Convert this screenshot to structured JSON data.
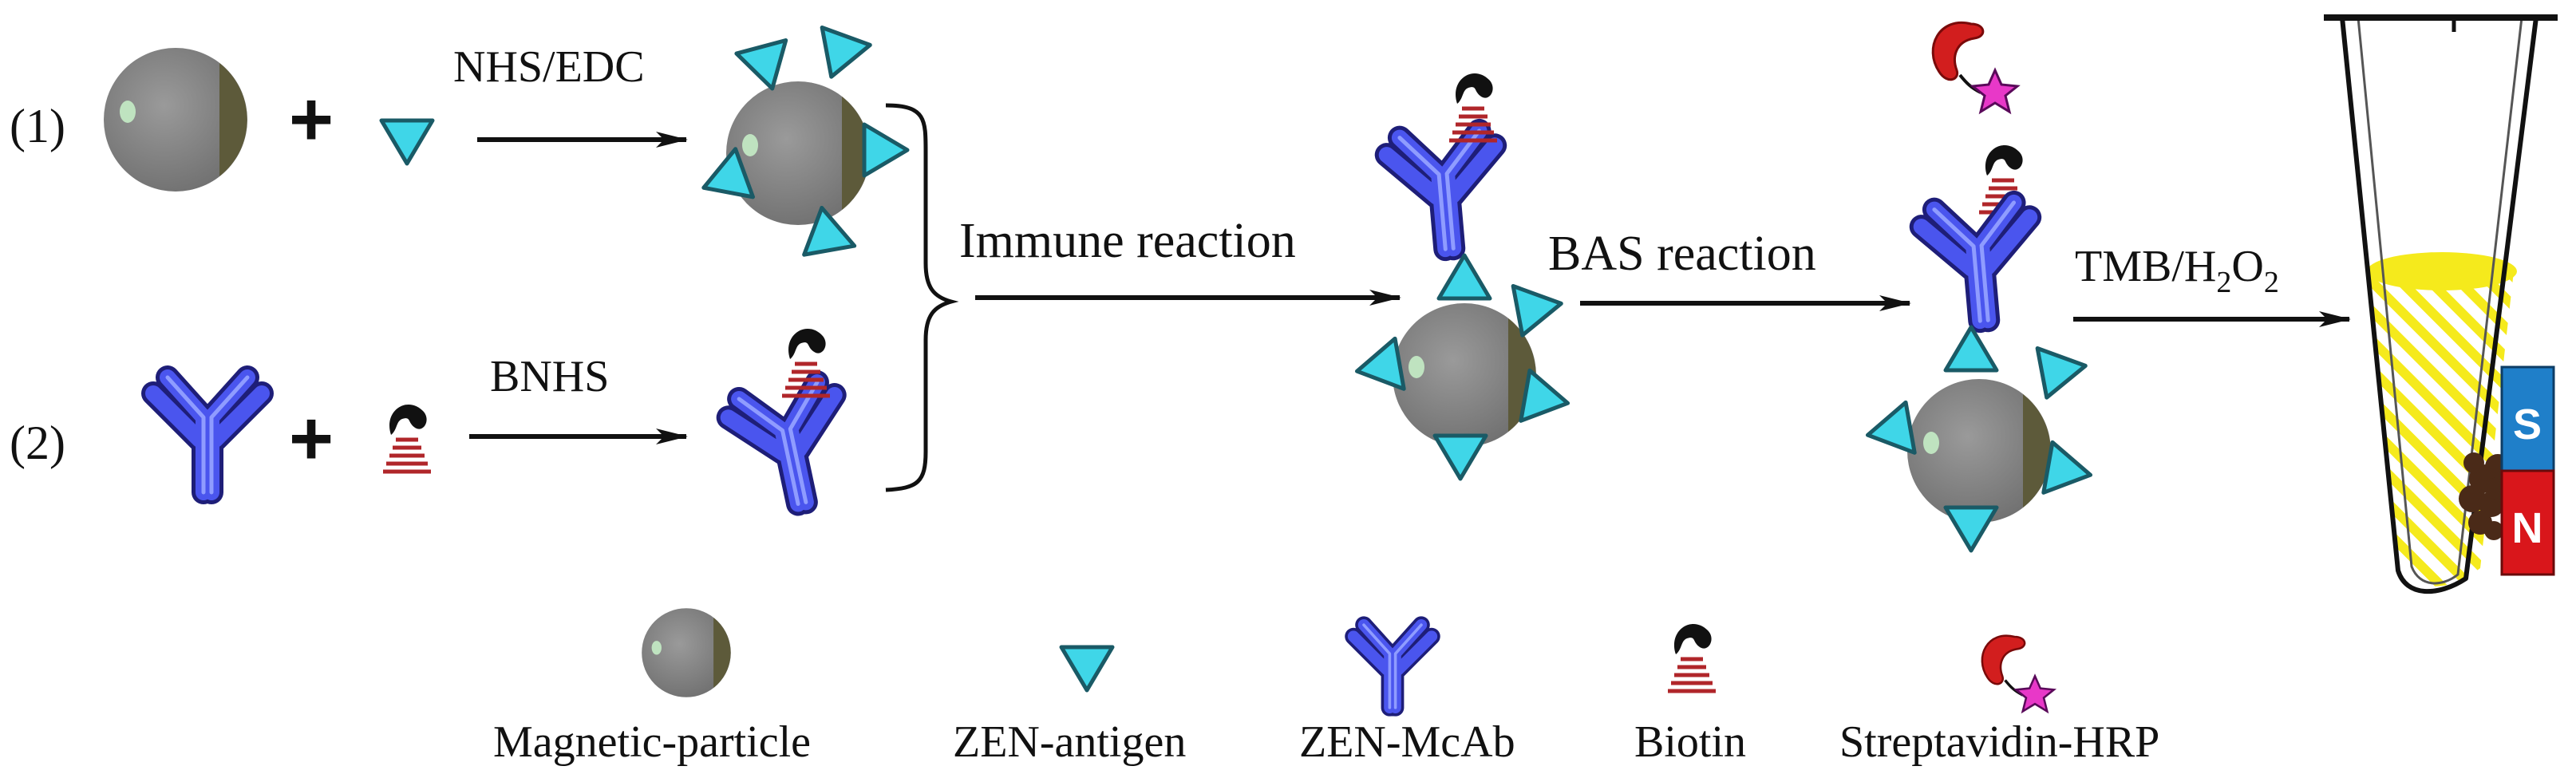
{
  "steps": {
    "step1": "(1)",
    "step2": "(2)"
  },
  "operators": {
    "plus": "+"
  },
  "arrows": {
    "nhs_edc": "NHS/EDC",
    "bnhs": "BNHS",
    "immune": "Immune reaction",
    "bas": "BAS reaction",
    "tmb_main": "TMB/H",
    "tmb_sub1": "2",
    "tmb_o": "O",
    "tmb_sub2": "2"
  },
  "magnet": {
    "south": "S",
    "north": "N"
  },
  "legend": {
    "magnetic_particle": "Magnetic-particle",
    "zen_antigen": "ZEN-antigen",
    "zen_mcab": "ZEN-McAb",
    "biotin": "Biotin",
    "streptavidin_hrp": "Streptavidin-HRP"
  },
  "colors": {
    "particle": "#8a8a8a",
    "antigen": "#3fd6e8",
    "antibody": "#3b3fe0",
    "streptavidin": "#d21e1e",
    "hrp": "#e838c8",
    "solution": "#f5ea1c",
    "magnet_south": "#1f7fc9",
    "magnet_north": "#d9161b"
  }
}
